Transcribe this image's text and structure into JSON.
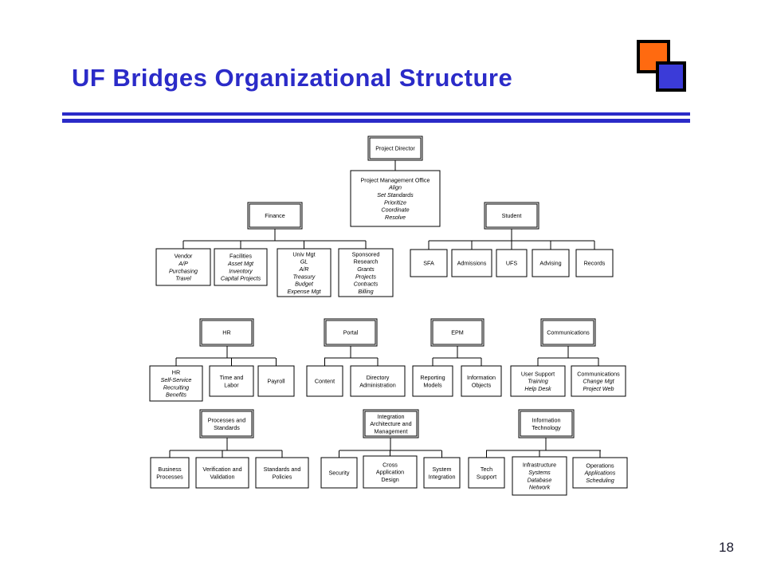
{
  "title": "UF Bridges Organizational Structure",
  "page_number": "18",
  "colors": {
    "title": "#2b2bc8",
    "logo_orange": "#ff6a10",
    "logo_blue": "#3b3bd8"
  },
  "org": {
    "director": {
      "title": "Project Director"
    },
    "pmo": {
      "title": "Project Management Office",
      "items": [
        "Align",
        "Set Standards",
        "Prioritize",
        "Coordinate",
        "Resolve"
      ]
    },
    "finance": {
      "title": "Finance",
      "children": [
        {
          "lines": [
            "Vendor"
          ],
          "items": [
            "A/P",
            "Purchasing",
            "Travel"
          ]
        },
        {
          "lines": [
            "Facilities"
          ],
          "items": [
            "Asset Mgt",
            "Inventory",
            "Capital Projects"
          ]
        },
        {
          "lines": [
            "Univ Mgt"
          ],
          "items": [
            "GL",
            "A/R",
            "Treasury",
            "Budget",
            "Expense Mgt"
          ]
        },
        {
          "lines": [
            "Sponsored",
            "Research"
          ],
          "items": [
            "Grants",
            "Projects",
            "Contracts",
            "Billing"
          ]
        }
      ]
    },
    "student": {
      "title": "Student",
      "children": [
        {
          "lines": [
            "SFA"
          ]
        },
        {
          "lines": [
            "Admissions"
          ]
        },
        {
          "lines": [
            "UFS"
          ]
        },
        {
          "lines": [
            "Advising"
          ]
        },
        {
          "lines": [
            "Records"
          ]
        }
      ]
    },
    "hr": {
      "title": "HR",
      "children": [
        {
          "lines": [
            "HR"
          ],
          "items": [
            "Self-Service",
            "Recruiting",
            "Benefits"
          ]
        },
        {
          "lines": [
            "Time and",
            "Labor"
          ]
        },
        {
          "lines": [
            "Payroll"
          ]
        }
      ]
    },
    "portal": {
      "title": "Portal",
      "children": [
        {
          "lines": [
            "Content"
          ]
        },
        {
          "lines": [
            "Directory",
            "Administration"
          ]
        }
      ]
    },
    "epm": {
      "title": "EPM",
      "children": [
        {
          "lines": [
            "Reporting",
            "Models"
          ]
        },
        {
          "lines": [
            "Information",
            "Objects"
          ]
        }
      ]
    },
    "communications": {
      "title": "Communications",
      "children": [
        {
          "lines": [
            "User Support"
          ],
          "items": [
            "Training",
            "Help Desk"
          ]
        },
        {
          "lines": [
            "Communications"
          ],
          "items": [
            "Change Mgt",
            "Project Web"
          ]
        }
      ]
    },
    "processes": {
      "title_lines": [
        "Processes and",
        "Standards"
      ],
      "children": [
        {
          "lines": [
            "Business",
            "Processes"
          ]
        },
        {
          "lines": [
            "Verification and",
            "Validation"
          ]
        },
        {
          "lines": [
            "Standards and",
            "Policies"
          ]
        }
      ]
    },
    "integration": {
      "title_lines": [
        "Integration",
        "Architecture and",
        "Management"
      ],
      "children": [
        {
          "lines": [
            "Security"
          ]
        },
        {
          "lines": [
            "Cross",
            "Application",
            "Design"
          ]
        },
        {
          "lines": [
            "System",
            "Integration"
          ]
        }
      ]
    },
    "it": {
      "title_lines": [
        "Information",
        "Technology"
      ],
      "children": [
        {
          "lines": [
            "Tech",
            "Support"
          ]
        },
        {
          "lines": [
            "Infrastructure"
          ],
          "items": [
            "Systems",
            "Database",
            "Network"
          ]
        },
        {
          "lines": [
            "Operations"
          ],
          "items": [
            "Applications",
            "Scheduling"
          ]
        }
      ]
    }
  }
}
